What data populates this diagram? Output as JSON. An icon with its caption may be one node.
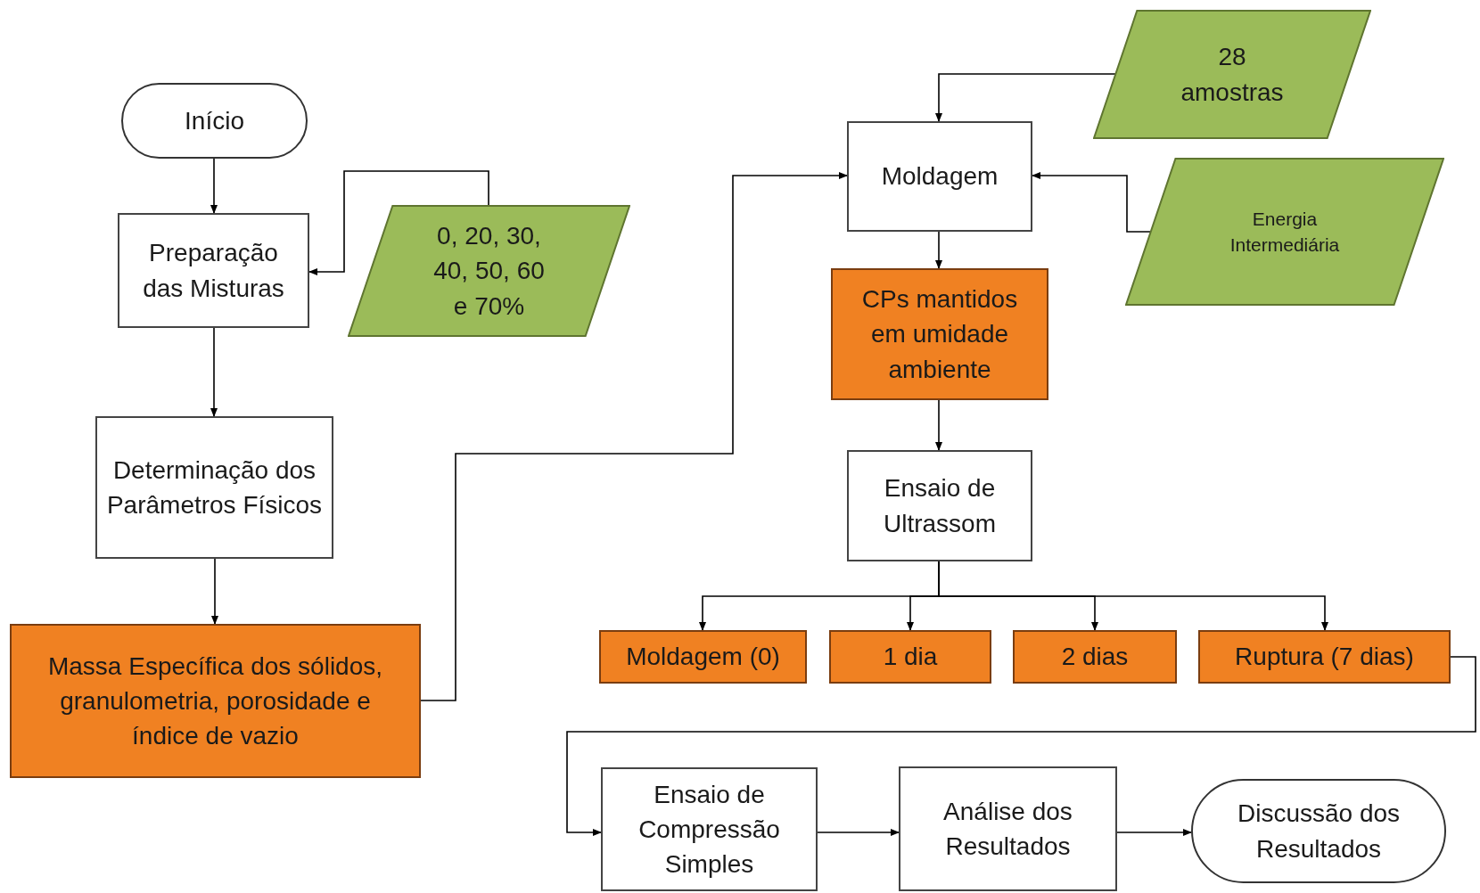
{
  "diagram": {
    "nodes": [
      {
        "text": [
          "Início"
        ]
      },
      {
        "text": [
          "Preparação das Misturas"
        ]
      },
      {
        "text": [
          "0, 20, 30, 40, 50, 60 e 70%"
        ]
      },
      {
        "text": [
          "Determinação dos Parâmetros Físicos"
        ]
      },
      {
        "text": [
          "Massa Específica dos sólidos, granulometria, porosidade e índice de vazio"
        ]
      },
      {
        "text": [
          "28 amostras"
        ]
      },
      {
        "text": [
          "Moldagem"
        ]
      },
      {
        "text": [
          "Energia Intermediária"
        ]
      },
      {
        "text": [
          "CPs mantidos em umidade ambiente"
        ]
      },
      {
        "text": [
          "Ensaio de Ultrassom"
        ]
      },
      {
        "text": [
          "Moldagem (0)"
        ]
      },
      {
        "text": [
          "1 dia"
        ]
      },
      {
        "text": [
          "2 dias"
        ]
      },
      {
        "text": [
          "Ruptura (7 dias)"
        ]
      },
      {
        "text": [
          "Ensaio de Compressão Simples"
        ]
      },
      {
        "text": [
          "Análise dos Resultados"
        ]
      },
      {
        "text": [
          "Discussão dos Resultados"
        ]
      }
    ],
    "edges": [
      {
        "from": 0,
        "to": 1,
        "arrow": "to"
      },
      {
        "from": 2,
        "to": 1,
        "arrow": "to"
      },
      {
        "from": 1,
        "to": 3,
        "arrow": "to"
      },
      {
        "from": 3,
        "to": 4,
        "arrow": "to"
      },
      {
        "from": 4,
        "to": 6,
        "arrow": "to"
      },
      {
        "from": 5,
        "to": 6,
        "arrow": "to"
      },
      {
        "from": 7,
        "to": 6,
        "arrow": "to"
      },
      {
        "from": 6,
        "to": 8,
        "arrow": "to"
      },
      {
        "from": 8,
        "to": 9,
        "arrow": "to"
      },
      {
        "from": 9,
        "to": 10,
        "arrow": "to"
      },
      {
        "from": 9,
        "to": 11,
        "arrow": "to"
      },
      {
        "from": 9,
        "to": 12,
        "arrow": "to"
      },
      {
        "from": 9,
        "to": 13,
        "arrow": "to"
      },
      {
        "from": 13,
        "to": 14,
        "arrow": "to"
      },
      {
        "from": 14,
        "to": 15,
        "arrow": "to"
      },
      {
        "from": 15,
        "to": 16,
        "arrow": "to"
      }
    ]
  }
}
